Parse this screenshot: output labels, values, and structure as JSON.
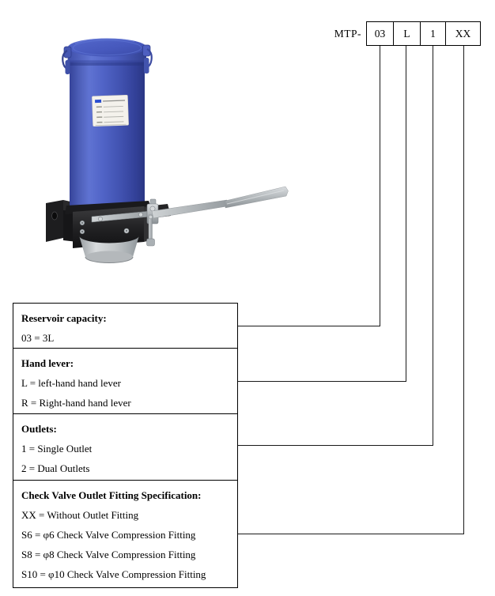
{
  "model_code": {
    "prefix": "MTP-",
    "segments": [
      {
        "meaning": "reservoir-capacity",
        "value": "03"
      },
      {
        "meaning": "hand-lever",
        "value": "L"
      },
      {
        "meaning": "outlets",
        "value": "1"
      },
      {
        "meaning": "outlet-fitting",
        "value": "XX"
      }
    ]
  },
  "legend_groups": [
    {
      "title": "Reservoir capacity:",
      "lines": [
        "03 = 3L"
      ]
    },
    {
      "title": "Hand lever:",
      "lines": [
        "L = left-hand hand lever",
        "R = Right-hand hand lever"
      ]
    },
    {
      "title": "Outlets:",
      "lines": [
        "1 = Single Outlet",
        "2 = Dual Outlets"
      ]
    },
    {
      "title": "Check Valve Outlet Fitting Specification:",
      "lines": [
        "XX = Without Outlet Fitting",
        "S6 = φ6 Check Valve Compression Fitting",
        "S8 = φ8 Check Valve Compression Fitting",
        "S10 = φ10 Check Valve Compression Fitting"
      ]
    }
  ],
  "product": {
    "kind": "manual-grease-pump-photo",
    "reservoir_color": "#4a5cc0",
    "metal_color": "#b9bdc0",
    "line_color": "#1a1a1a"
  }
}
